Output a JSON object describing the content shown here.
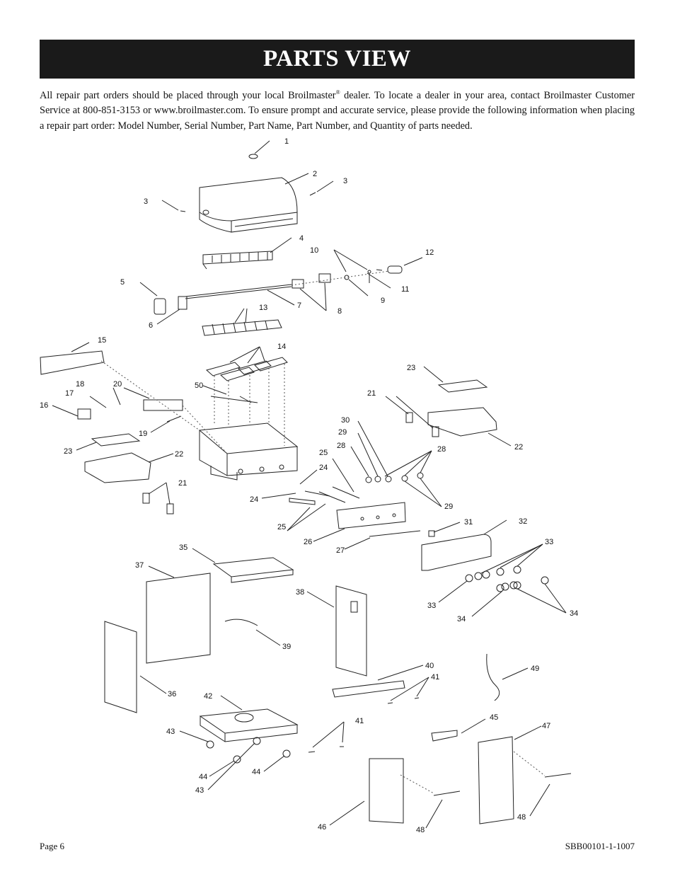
{
  "header": {
    "title": "PARTS VIEW"
  },
  "intro": {
    "text_before_mark": "All repair part orders should be placed through your local Broilmaster",
    "registered_mark": "®",
    "text_after_mark": " dealer.  To locate a dealer in your area, contact Broilmaster Customer Service at 800-851-3153 or www.broilmaster.com. To ensure prompt and accurate service, please provide the following information when placing a repair part order: Model Number, Serial Number, Part Name, Part Number, and Quantity of parts needed."
  },
  "callouts": [
    "1",
    "2",
    "3",
    "3",
    "4",
    "5",
    "6",
    "7",
    "8",
    "9",
    "10",
    "11",
    "12",
    "13",
    "14",
    "15",
    "16",
    "17",
    "18",
    "19",
    "20",
    "21",
    "21",
    "22",
    "22",
    "23",
    "23",
    "24",
    "24",
    "25",
    "25",
    "26",
    "27",
    "28",
    "28",
    "29",
    "29",
    "30",
    "31",
    "32",
    "33",
    "33",
    "34",
    "34",
    "35",
    "36",
    "37",
    "38",
    "39",
    "40",
    "41",
    "41",
    "42",
    "43",
    "43",
    "44",
    "44",
    "45",
    "46",
    "47",
    "48",
    "48",
    "49",
    "50"
  ],
  "footer": {
    "page": "Page 6",
    "doc_code": "SBB00101-1-1007"
  }
}
